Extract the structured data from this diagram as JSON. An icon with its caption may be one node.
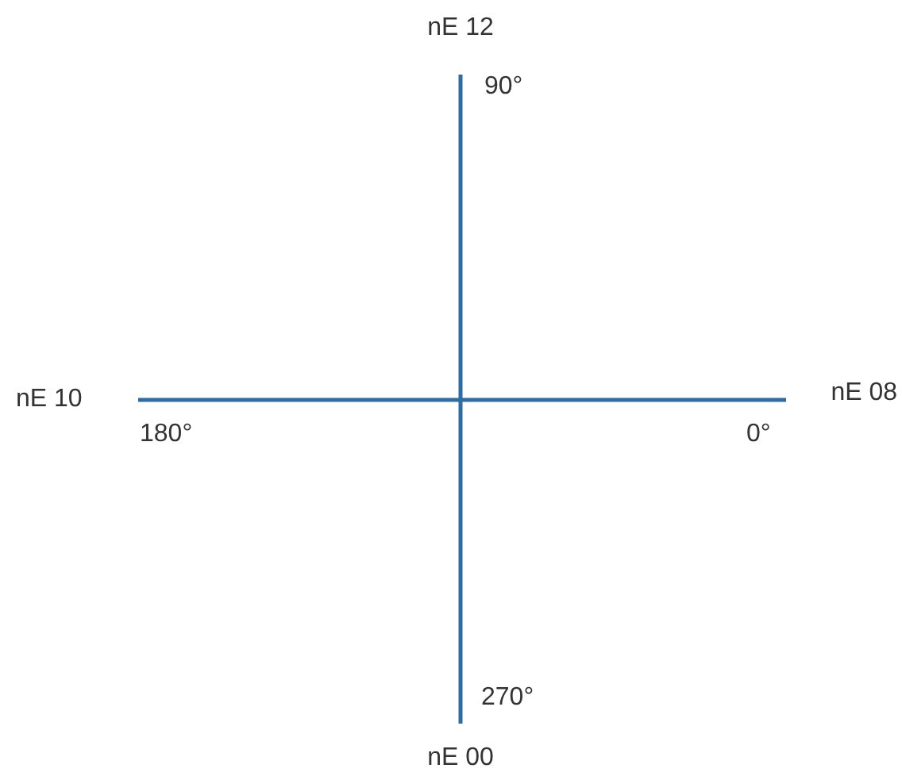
{
  "diagram": {
    "nodes": [
      {
        "text": [
          "nE 12"
        ]
      },
      {
        "text": [
          "nE 10"
        ]
      },
      {
        "text": [
          "nE 08"
        ]
      },
      {
        "text": [
          "nE 00"
        ]
      }
    ],
    "edges": [
      {
        "from": 1,
        "to": 2,
        "arrow": "none"
      },
      {
        "from": 0,
        "to": 3,
        "arrow": "none"
      }
    ],
    "labels": [
      "90°",
      "180°",
      "0°",
      "270°"
    ]
  }
}
